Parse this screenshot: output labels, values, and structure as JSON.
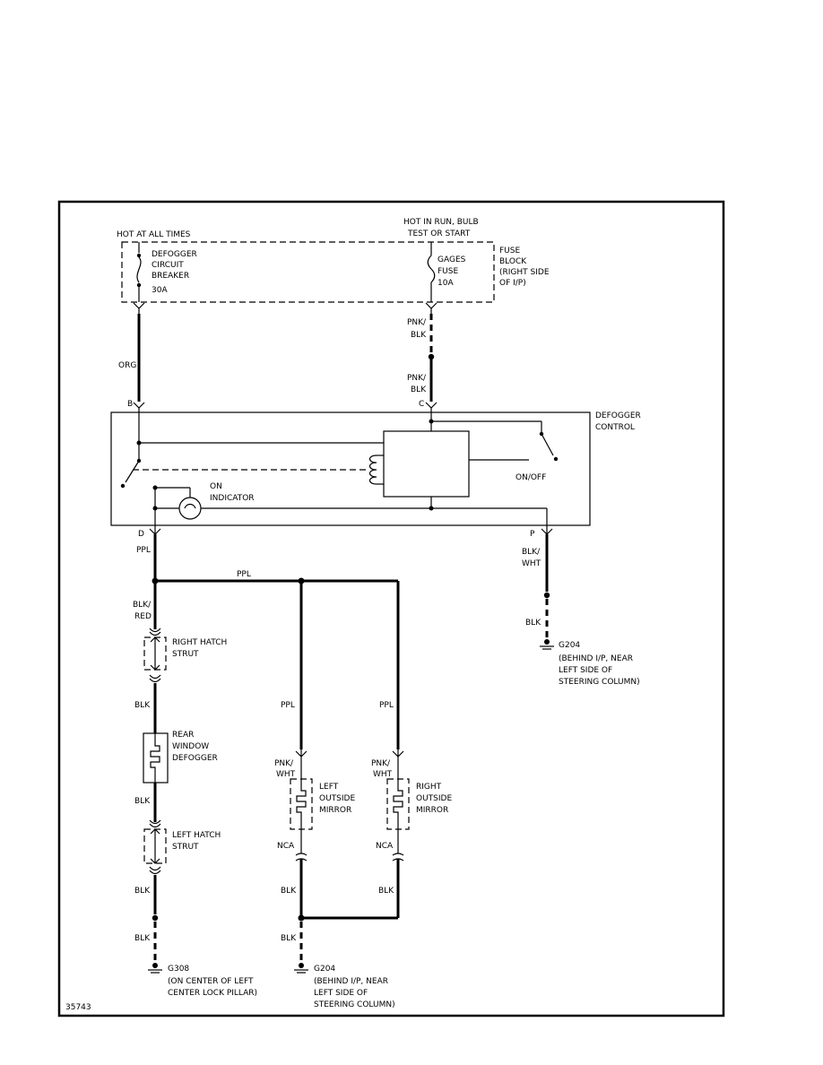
{
  "power": {
    "hot_all_times": "HOT AT ALL TIMES",
    "hot_run_1": "HOT IN RUN, BULB",
    "hot_run_2": "TEST OR START"
  },
  "fuse_block": {
    "label": [
      "FUSE",
      "BLOCK",
      "(RIGHT SIDE",
      "OF I/P)"
    ],
    "breaker": [
      "DEFOGGER",
      "CIRCUIT",
      "BREAKER",
      "30A"
    ],
    "gages": [
      "GAGES",
      "FUSE",
      "10A"
    ]
  },
  "connectors": {
    "b": "B",
    "c": "C",
    "d": "D",
    "p": "P"
  },
  "wires": {
    "org": "ORG",
    "pnk_blk_1": [
      "PNK/",
      "BLK"
    ],
    "pnk_blk_2": [
      "PNK/",
      "BLK"
    ],
    "ppl_d": "PPL",
    "ppl_bus": "PPL",
    "blk_red": [
      "BLK/",
      "RED"
    ],
    "blk_1": "BLK",
    "blk_2": "BLK",
    "blk_3": "BLK",
    "blk_4": "BLK",
    "ppl_left": "PPL",
    "ppl_right": "PPL",
    "pnk_wht_left": [
      "PNK/",
      "WHT"
    ],
    "pnk_wht_right": [
      "PNK/",
      "WHT"
    ],
    "nca_left": "NCA",
    "nca_right": "NCA",
    "blk_left": "BLK",
    "blk_right": "BLK",
    "blk_mid": "BLK",
    "blk_wht": [
      "BLK/",
      "WHT"
    ],
    "blk_p": "BLK"
  },
  "control": {
    "label": [
      "DEFOGGER",
      "CONTROL"
    ],
    "on_off": "ON/OFF",
    "on_indicator": [
      "ON",
      "INDICATOR"
    ]
  },
  "components": {
    "right_hatch": [
      "RIGHT HATCH",
      "STRUT"
    ],
    "rear_defogger": [
      "REAR",
      "WINDOW",
      "DEFOGGER"
    ],
    "left_hatch": [
      "LEFT HATCH",
      "STRUT"
    ],
    "left_mirror": [
      "LEFT",
      "OUTSIDE",
      "MIRROR"
    ],
    "right_mirror": [
      "RIGHT",
      "OUTSIDE",
      "MIRROR"
    ]
  },
  "grounds": {
    "g204_right": [
      "G204",
      "(BEHIND I/P, NEAR",
      "LEFT SIDE OF",
      "STEERING COLUMN)"
    ],
    "g308": [
      "G308",
      "(ON CENTER OF LEFT",
      "CENTER LOCK PILLAR)"
    ],
    "g204_mid": [
      "G204",
      "(BEHIND I/P, NEAR",
      "LEFT SIDE OF",
      "STEERING COLUMN)"
    ]
  },
  "figure_number": "35743"
}
